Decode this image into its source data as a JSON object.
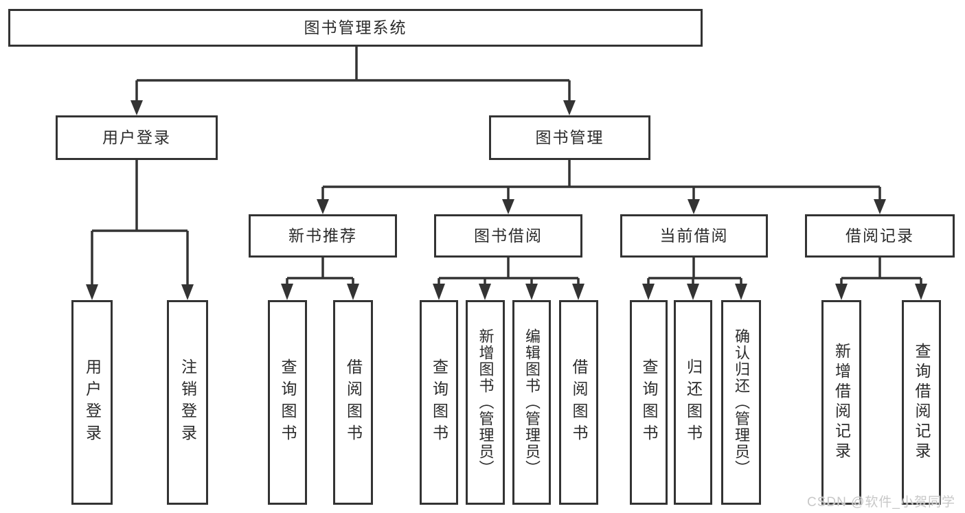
{
  "tree": {
    "root": {
      "label": "图书管理系统"
    },
    "branches": [
      {
        "label": "用户登录",
        "children": [
          {
            "label": "用户登录"
          },
          {
            "label": "注销登录"
          }
        ]
      },
      {
        "label": "图书管理",
        "children": [
          {
            "label": "新书推荐",
            "children": [
              {
                "label": "查询图书"
              },
              {
                "label": "借阅图书"
              }
            ]
          },
          {
            "label": "图书借阅",
            "children": [
              {
                "label": "查询图书"
              },
              {
                "label": "新增图书（管理员）"
              },
              {
                "label": "编辑图书（管理员）"
              },
              {
                "label": "借阅图书"
              }
            ]
          },
          {
            "label": "当前借阅",
            "children": [
              {
                "label": "查询图书"
              },
              {
                "label": "归还图书"
              },
              {
                "label": "确认归还（管理员）"
              }
            ]
          },
          {
            "label": "借阅记录",
            "children": [
              {
                "label": "新增借阅记录"
              },
              {
                "label": "查询借阅记录"
              }
            ]
          }
        ]
      }
    ]
  },
  "watermark": {
    "text": "CSDN @软件_小贺同学"
  },
  "colors": {
    "line": "#333333",
    "box_border": "#333333",
    "text": "#2b2b2b",
    "watermark": "#c8c8c8",
    "background": "#ffffff"
  }
}
